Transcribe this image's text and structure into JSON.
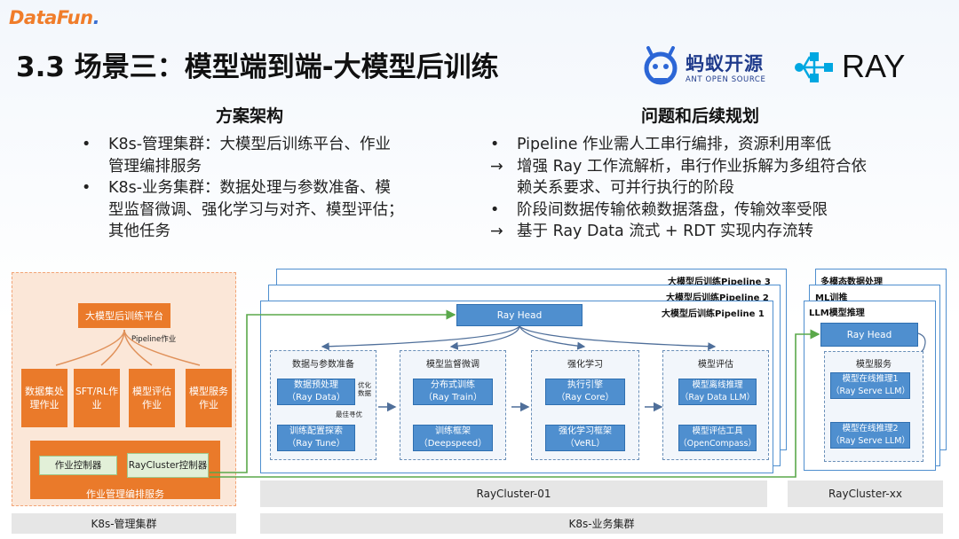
{
  "logo": {
    "text": "DataFun",
    "dot": "."
  },
  "title": "3.3 场景三：模型端到端-大模型后训练",
  "ant_logo": {
    "cn": "蚂蚁开源",
    "en": "ANT OPEN SOURCE"
  },
  "ray_logo": "RAY",
  "left": {
    "heading": "方案架构",
    "items": [
      {
        "marker": "•",
        "lines": [
          "K8s-管理集群：大模型后训练平台、作业",
          "管理编排服务"
        ]
      },
      {
        "marker": "•",
        "lines": [
          "K8s-业务集群：数据处理与参数准备、模",
          "型监督微调、强化学习与对齐、模型评估；",
          "其他任务"
        ]
      }
    ]
  },
  "right": {
    "heading": "问题和后续规划",
    "items": [
      {
        "marker": "•",
        "lines": [
          "Pipeline 作业需人工串行编排，资源利用率低"
        ]
      },
      {
        "marker": "→",
        "lines": [
          "增强 Ray 工作流解析，串行作业拆解为多组符合依",
          "赖关系要求、可并行执行的阶段"
        ]
      },
      {
        "marker": "•",
        "lines": [
          "阶段间数据传输依赖数据落盘，传输效率受限"
        ]
      },
      {
        "marker": "→",
        "lines": [
          "基于 Ray Data 流式 + RDT 实现内存流转"
        ]
      }
    ]
  },
  "mgmt": {
    "platform": "大模型后训练平台",
    "pipeline_label": "Pipeline作业",
    "jobs": [
      "数据集处理作业",
      "SFT/RL作业",
      "模型评估作业",
      "模型服务作业"
    ],
    "controllers": [
      "作业控制器",
      "RayCluster控制器"
    ],
    "service": "作业管理编排服务",
    "footer": "K8s-管理集群"
  },
  "biz": {
    "pipelines": [
      "大模型后训练Pipeline 3",
      "大模型后训练Pipeline 2",
      "大模型后训练Pipeline 1"
    ],
    "ray_head": "Ray Head",
    "stages": [
      {
        "title": "数据与参数准备",
        "boxes": [
          "数据预处理\n（Ray Data）",
          "训练配置探索\n（Ray Tune）"
        ]
      },
      {
        "title": "模型监督微调",
        "boxes": [
          "分布式训练\n（Ray Train）",
          "训练框架\n（Deepspeed）"
        ]
      },
      {
        "title": "强化学习",
        "boxes": [
          "执行引擎\n（Ray Core）",
          "强化学习框架\n（VeRL）"
        ]
      },
      {
        "title": "模型评估",
        "boxes": [
          "模型离线推理\n（Ray Data LLM）",
          "模型评估工具\n（OpenCompass）"
        ]
      }
    ],
    "note1": "优化数据",
    "note2": "最佳寻优",
    "cluster01": "RayCluster-01",
    "right_panels": [
      "多模态数据处理",
      "ML训推",
      "LLM模型推理"
    ],
    "right_head": "Ray Head",
    "serve_title": "模型服务",
    "serve_boxes": [
      "模型在线推理1\n（Ray Serve LLM）",
      "模型在线推理2\n（Ray Serve LLM）"
    ],
    "clusterxx": "RayCluster-xx",
    "footer": "K8s-业务集群"
  },
  "colors": {
    "orange": "#ea7a2a",
    "blue": "#4f8fcf",
    "green_arrow": "#5aa84a"
  }
}
